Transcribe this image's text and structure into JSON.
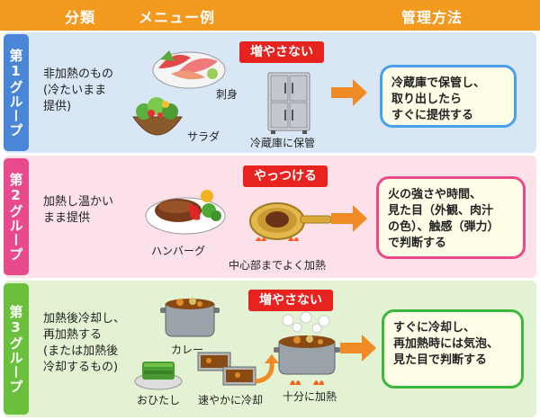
{
  "header": {
    "col_category": "分類",
    "col_menu": "メニュー例",
    "col_method": "管理方法"
  },
  "colors": {
    "header": "#f39a1e",
    "group1": "#4a86d8",
    "group2": "#e84a8b",
    "group3": "#6abf3c",
    "tag": "#e8231f",
    "arrow": "#f08a24"
  },
  "groups": [
    {
      "tab_label": "第1グループ",
      "description": "非加熱のもの\n(冷たいまま\n提供)",
      "tag": "増やさない",
      "captions": [
        "刺身",
        "サラダ",
        "冷蔵庫に保管"
      ],
      "method": "冷蔵庫で保管し、\n取り出したら\nすぐに提供する"
    },
    {
      "tab_label": "第2グループ",
      "description": "加熱し温かい\nまま提供",
      "tag": "やっつける",
      "captions": [
        "ハンバーグ",
        "中心部までよく加熱"
      ],
      "method": "火の強さや時間、\n見た目（外観、肉汁\nの色）、触感（弾力）\nで判断する"
    },
    {
      "tab_label": "第3グループ",
      "description": "加熱後冷却し、\n再加熱する\n(または加熱後\n冷却するもの)",
      "tag": "増やさない",
      "captions": [
        "カレー",
        "おひたし",
        "速やかに冷却",
        "十分に加熱"
      ],
      "method": "すぐに冷却し、\n再加熱時には気泡、\n見た目で判断する"
    }
  ]
}
